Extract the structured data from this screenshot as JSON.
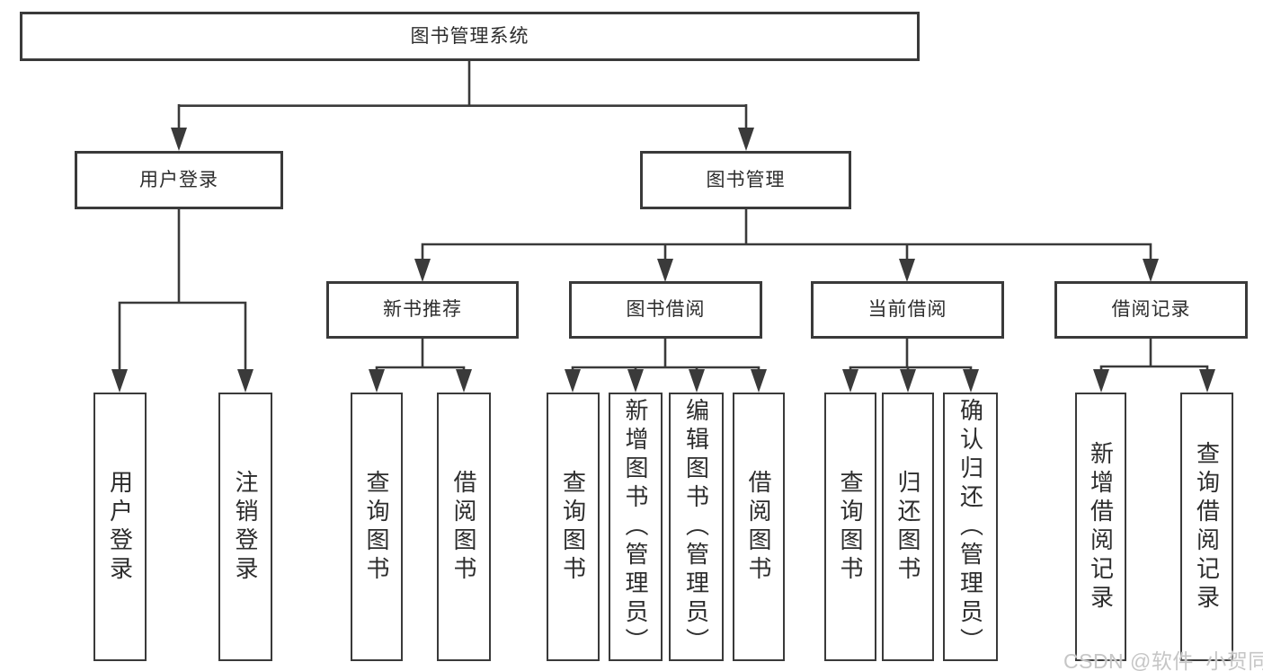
{
  "diagram_title": "图书管理系统",
  "nodes": {
    "root": "图书管理系统",
    "userLogin": "用户登录",
    "bookMgmt": "图书管理",
    "newBookRec": "新书推荐",
    "bookBorrow": "图书借阅",
    "currentBorrow": "当前借阅",
    "borrowRecords": "借阅记录",
    "ulLogin": "用户登录",
    "ulLogout": "注销登录",
    "nbQuery": "查询图书",
    "nbBorrow": "借阅图书",
    "bbQuery": "查询图书",
    "bbAdd": "新增图书（管理员）",
    "bbEdit": "编辑图书（管理员）",
    "bbBorrow": "借阅图书",
    "cbQuery": "查询图书",
    "cbReturn": "归还图书",
    "cbConfirm": "确认归还（管理员）",
    "brAdd": "新增借阅记录",
    "brQuery": "查询借阅记录"
  },
  "hierarchy": {
    "图书管理系统": {
      "用户登录": [
        "用户登录",
        "注销登录"
      ],
      "图书管理": {
        "新书推荐": [
          "查询图书",
          "借阅图书"
        ],
        "图书借阅": [
          "查询图书",
          "新增图书（管理员）",
          "编辑图书（管理员）",
          "借阅图书"
        ],
        "当前借阅": [
          "查询图书",
          "归还图书",
          "确认归还（管理员）"
        ],
        "借阅记录": [
          "新增借阅记录",
          "查询借阅记录"
        ]
      }
    }
  },
  "watermark": {
    "text": "CSDN @软件_小贺同学"
  },
  "colors": {
    "line": "#3a3a3a",
    "text": "#2d2d2d",
    "watermark": "#c6c6c6",
    "bg": "#ffffff"
  }
}
